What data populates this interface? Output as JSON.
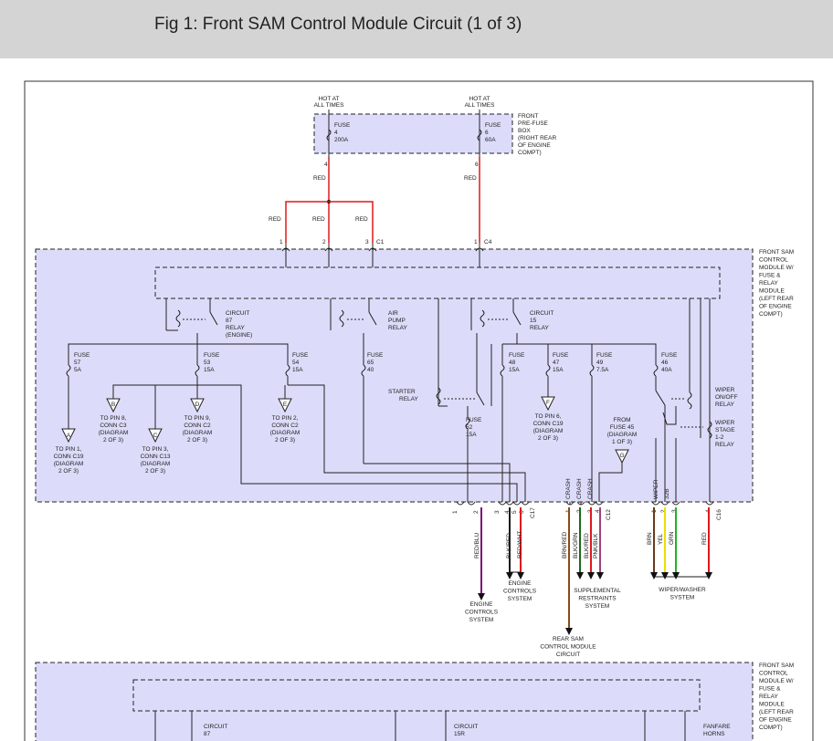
{
  "page": {
    "title": "Fig 1: Front SAM Control Module Circuit (1 of 3)"
  },
  "colors": {
    "header_bg": "#d4d4d4",
    "module_fill": "#dcdcfa",
    "wire_red": "#e0181c",
    "wire_red_blue": "#7a0f7a",
    "wire_blk_red": "#1a1a1a",
    "wire_red_wht": "#e0181c",
    "wire_brn_red": "#8a4a14",
    "wire_blk_grn": "#1a6a1a",
    "wire_pnk_blk": "#a04080",
    "wire_brn": "#6a3a1a",
    "wire_yel": "#e8e000",
    "wire_grn": "#22b222"
  },
  "diagram": {
    "hot_left": "HOT AT\nALL TIMES",
    "hot_right": "HOT AT\nALL TIMES",
    "prefuse_label": "FRONT\nPRE-FUSE\nBOX\n(RIGHT REAR\nOF ENGINE\nCOMPT)",
    "fuse4": "FUSE\n4\n200A",
    "fuse6": "FUSE\n6\n60A",
    "pin4": "4",
    "pin6": "6",
    "red_top_left": "RED",
    "red_top_right": "RED",
    "red_branch_left": "RED",
    "red_branch_mid": "RED",
    "red_branch_right": "RED",
    "c1_pin1": "1",
    "c1_pin2": "2",
    "c1_pin3": "3",
    "c1_label": "C1",
    "c4_pin1": "1",
    "c4_label": "C4",
    "module_label": "FRONT SAM\nCONTROL\nMODULE W/\nFUSE &\nRELAY\nMODULE\n(LEFT REAR\nOF ENGINE\nCOMPT)",
    "relay87": "CIRCUIT\n87\nRELAY\n(ENGINE)",
    "air_pump_relay": "AIR\nPUMP\nRELAY",
    "relay15": "CIRCUIT\n15\nRELAY",
    "fuse57": "FUSE\n57\n5A",
    "fuse53": "FUSE\n53\n15A",
    "fuse54": "FUSE\n54\n15A",
    "fuse65": "FUSE\n65\n40",
    "fuse48": "FUSE\n48\n15A",
    "fuse47": "FUSE\n47\n15A",
    "fuse49": "FUSE\n49\n7.5A",
    "fuse46": "FUSE\n46\n40A",
    "fuse52": "FUSE\n52\n15A",
    "starter_relay": "STARTER\nRELAY",
    "wiper_onoff_relay": "WIPER\nON/OFF\nRELAY",
    "wiper_stage_relay": "WIPER\nSTAGE\n1-2\nRELAY",
    "conn_a": "A",
    "conn_b": "B",
    "conn_c": "C",
    "conn_d": "D",
    "conn_e": "E",
    "conn_f": "F",
    "conn_g": "G",
    "ref_a": "TO PIN 1,\nCONN C19\n(DIAGRAM\n2 OF 3)",
    "ref_b": "TO PIN 8,\nCONN C3\n(DIAGRAM\n2 OF 3)",
    "ref_c": "TO PIN 3,\nCONN C13\n(DIAGRAM\n2 OF 3)",
    "ref_d": "TO PIN 9,\nCONN C2\n(DIAGRAM\n2 OF 3)",
    "ref_e": "TO PIN 2,\nCONN C2\n(DIAGRAM\n2 OF 3)",
    "ref_f": "TO PIN 6,\nCONN C19\n(DIAGRAM\n2 OF 3)",
    "ref_g": "FROM\nFUSE 45\n(DIAGRAM\n1 OF 3)",
    "c17_pins": [
      "1",
      "2",
      "3",
      "4",
      "5",
      "6"
    ],
    "c17_label": "C17",
    "c12_pins": [
      "1",
      "2",
      "3",
      "4"
    ],
    "c12_label": "C12",
    "c12_crash1": "CRASH",
    "c12_crash2": "CRASH",
    "c12_crash3": "CRASH",
    "c16_pins": [
      "1",
      "2",
      "3",
      "4"
    ],
    "c16_label": "C16",
    "c16_wiper": "WIPER",
    "c16_32b": "32B",
    "wire_red_blu": "RED/BLU",
    "wire_blk_red": "BLK/RED",
    "wire_red_wht": "RED/WHT",
    "wire_brn_red": "BRN/RED",
    "wire_blk_grn": "BLK/GRN",
    "wire_blk_red2": "BLK/RED",
    "wire_pnk_blk": "PNK/BLK",
    "wire_brn": "BRN",
    "wire_yel": "YEL",
    "wire_grn": "GRN",
    "wire_red2": "RED",
    "dest_engine1": "ENGINE\nCONTROLS\nSYSTEM",
    "dest_engine2": "ENGINE\nCONTROLS\nSYSTEM",
    "dest_srs": "SUPPLEMENTAL\nRESTRAINTS\nSYSTEM",
    "dest_rear_sam": "REAR SAM\nCONTROL MODULE\nCIRCUIT",
    "dest_wiper": "WIPER/WASHER\nSYSTEM",
    "module2_label": "FRONT SAM\nCONTROL\nMODULE W/\nFUSE &\nRELAY\nMODULE\n(LEFT REAR\nOF ENGINE\nCOMPT)",
    "relay87b": "CIRCUIT\n87",
    "relay15r": "CIRCUIT\n15R",
    "fanfare": "FANFARE\nHORNS"
  }
}
